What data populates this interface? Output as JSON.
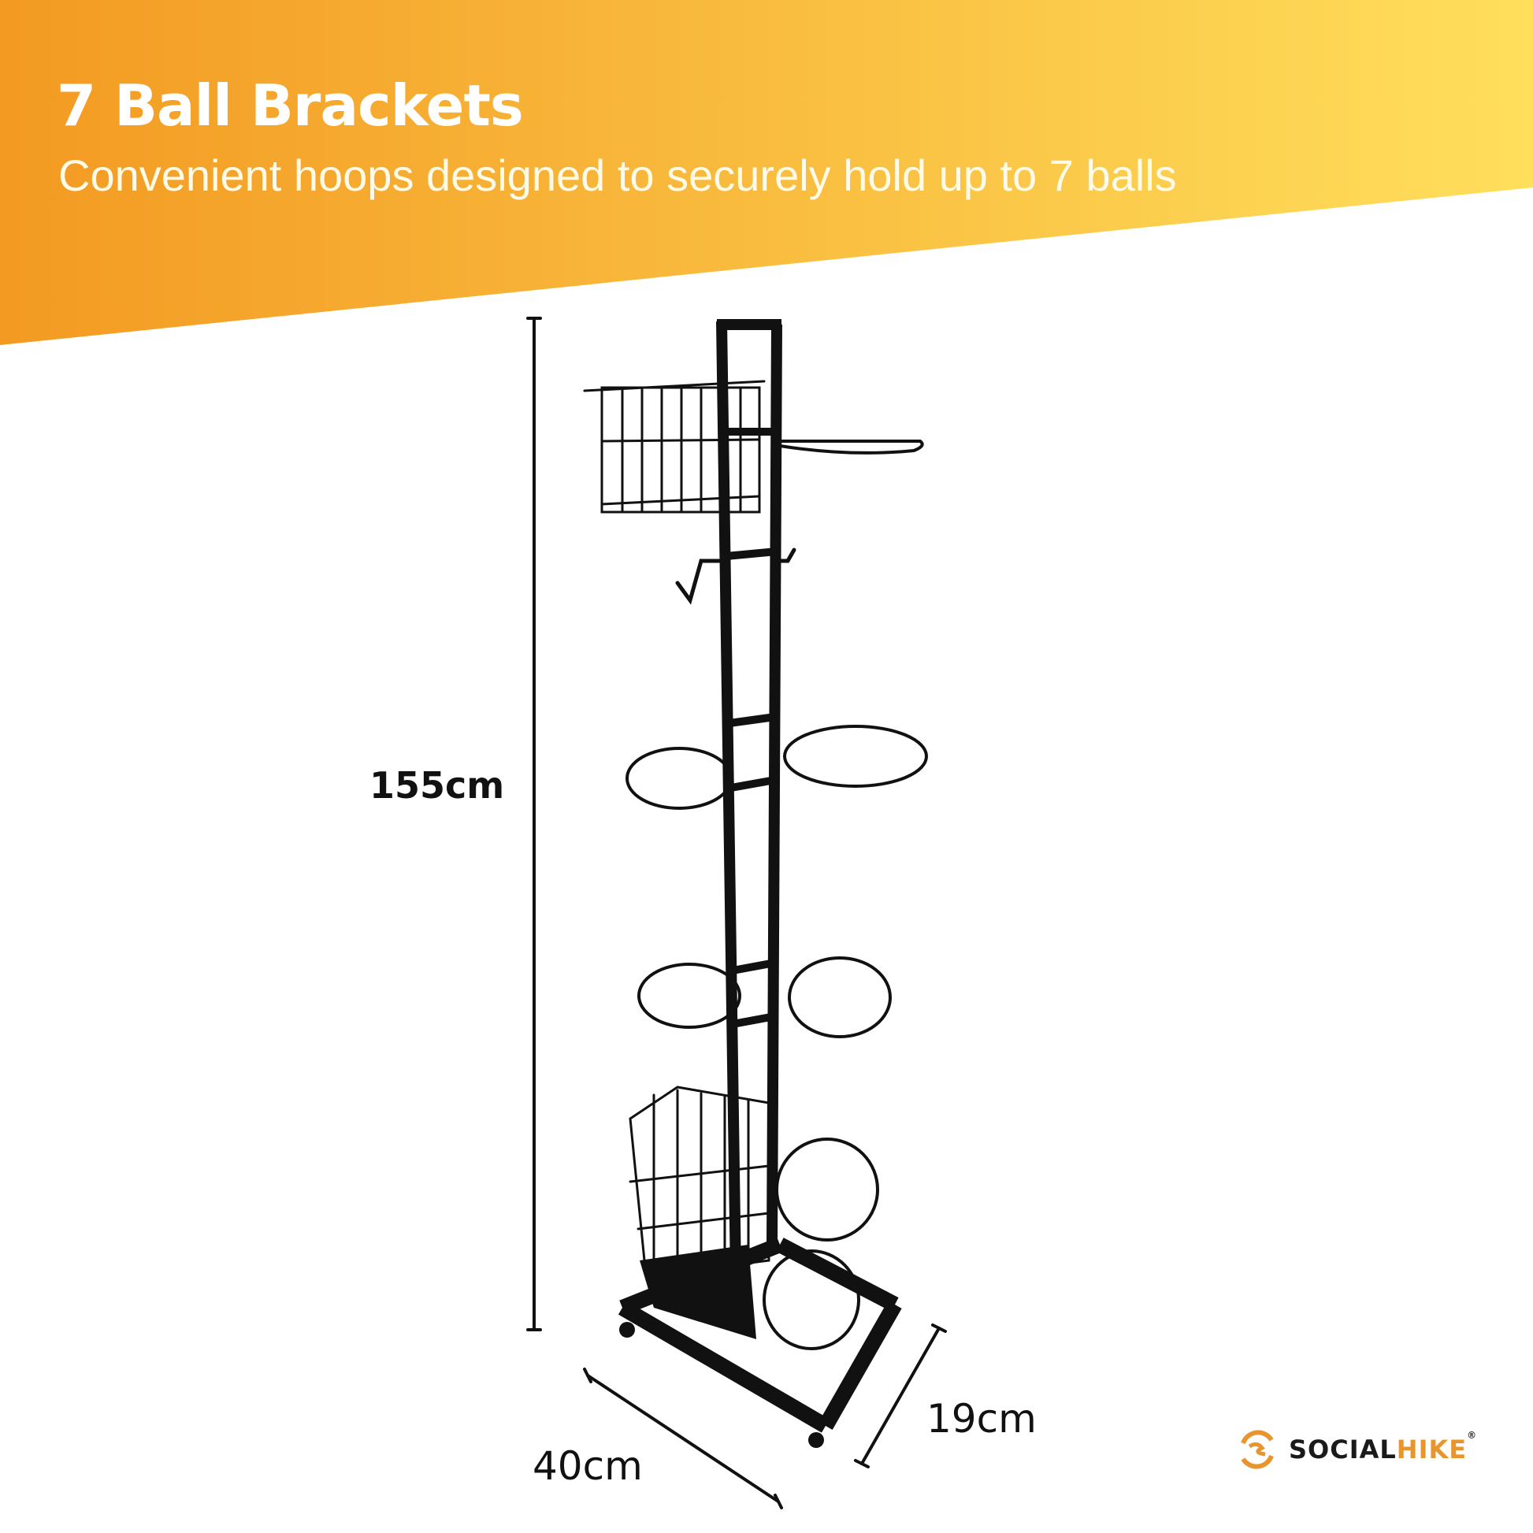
{
  "header": {
    "title": "7 Ball Brackets",
    "subtitle": "Convenient hoops designed to securely hold up to 7 balls",
    "gradient_start": "#f39a22",
    "gradient_end": "#ffdf5c"
  },
  "dimensions": {
    "height": "155cm",
    "width": "40cm",
    "depth": "19cm"
  },
  "brand": {
    "name_part1": "SOCIAL",
    "name_part2": "HIKE",
    "registered": "®",
    "accent_color": "#e8952e"
  },
  "product": {
    "icon": "ball-rack-stand-image"
  }
}
